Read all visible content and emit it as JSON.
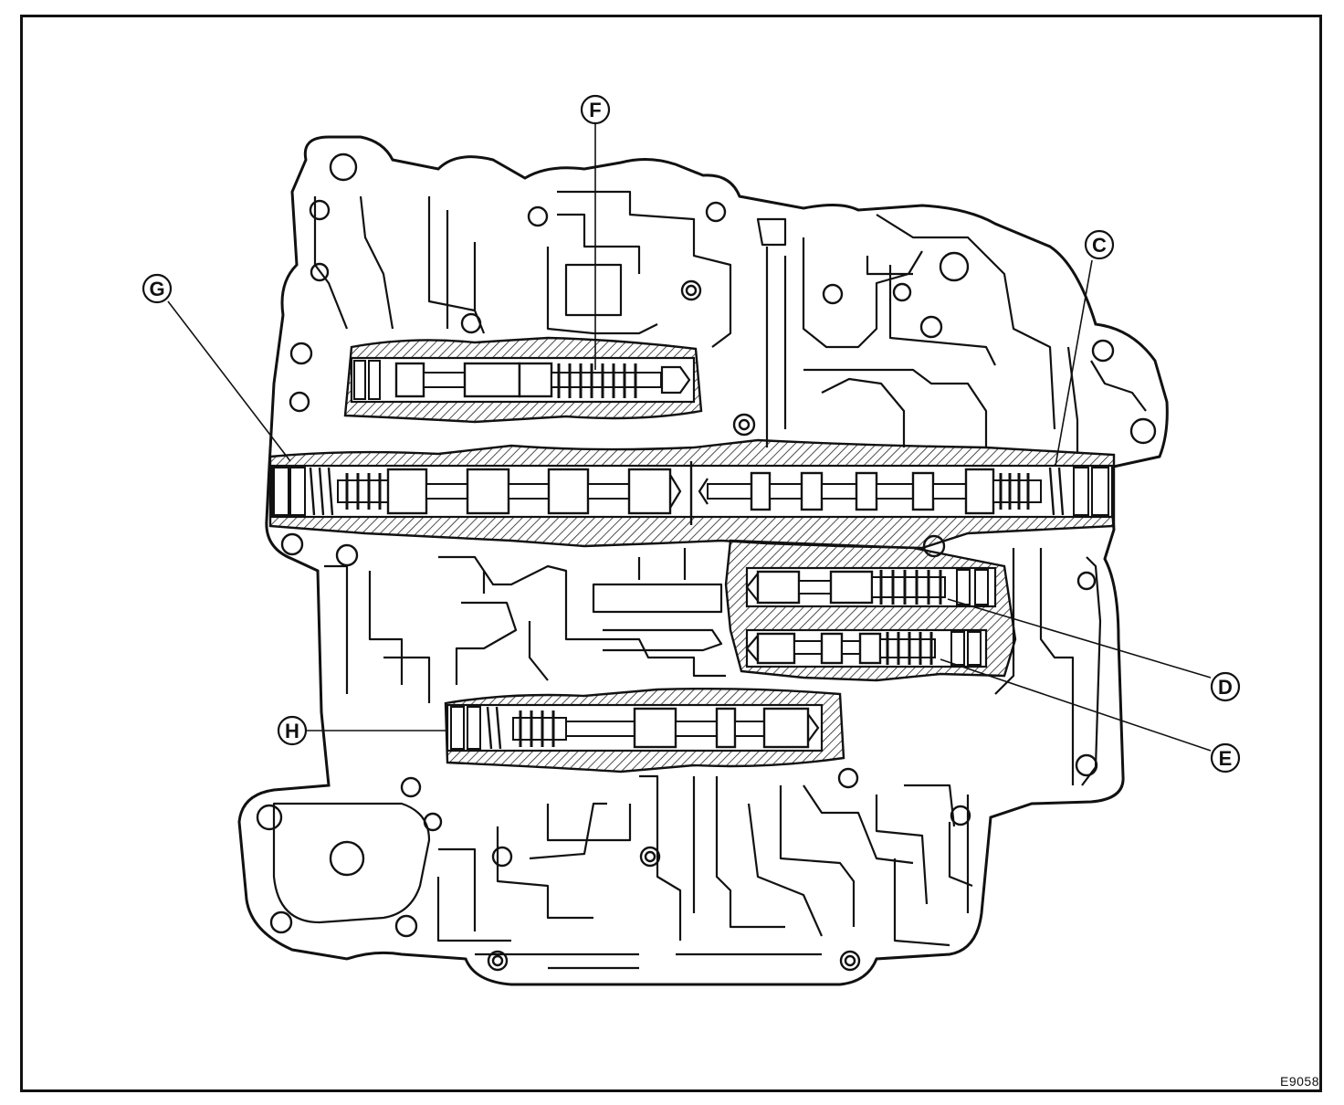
{
  "figure": {
    "id": "E9058",
    "stroke_color": "#111111",
    "hatch_color": "#222222",
    "background": "#ffffff"
  },
  "callouts": {
    "C": "C",
    "D": "D",
    "E": "E",
    "F": "F",
    "G": "G",
    "H": "H"
  }
}
